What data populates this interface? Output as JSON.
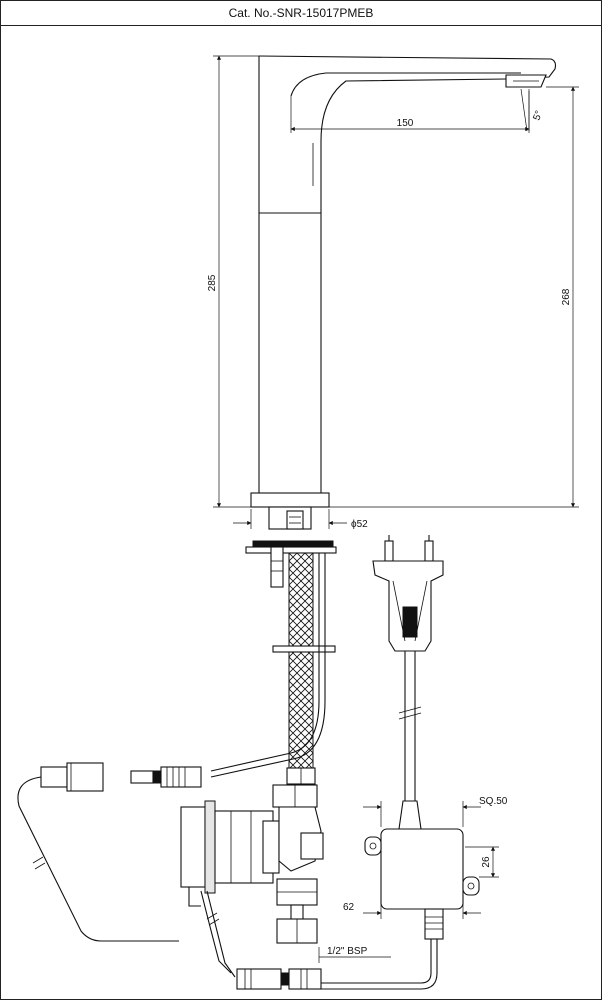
{
  "header": {
    "cat_no": "Cat. No.-SNR-15017PMEB"
  },
  "dimensions": {
    "spout_reach": "150",
    "angle": "5°",
    "total_height": "285",
    "spout_height": "268",
    "base_diameter": "ϕ52",
    "box_size": "SQ.50",
    "box_height": "26",
    "box_width": "62",
    "inlet_thread": "1/2\" BSP"
  }
}
